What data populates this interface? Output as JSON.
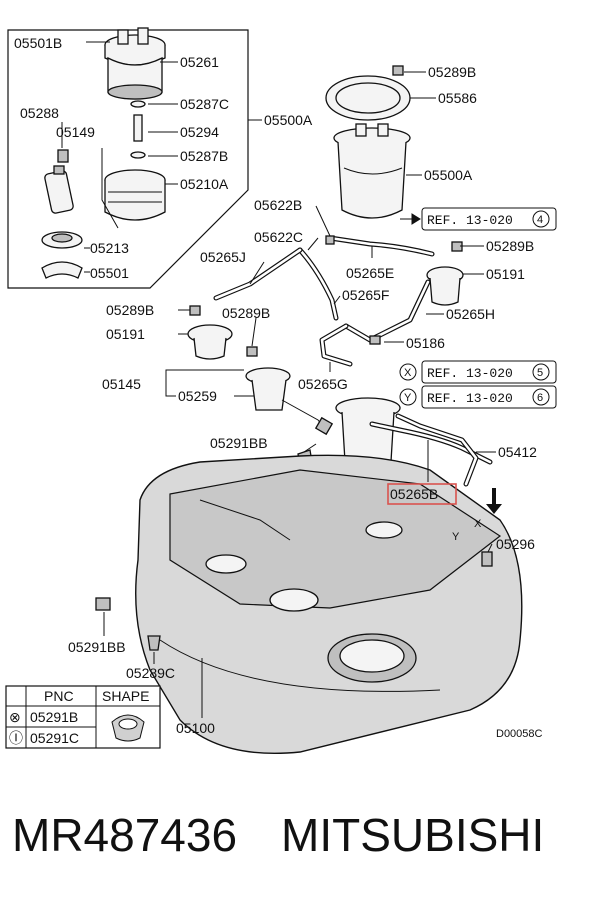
{
  "labels": {
    "l05501B": "05501B",
    "l05261": "05261",
    "l05288": "05288",
    "l05287C": "05287C",
    "l05149": "05149",
    "l05294": "05294",
    "l05500A_box": "05500A",
    "l05287B": "05287B",
    "l05210A": "05210A",
    "l05213": "05213",
    "l05501": "05501",
    "l05289B_top": "05289B",
    "l05586": "05586",
    "l05500A": "05500A",
    "l05622B": "05622B",
    "l05622C": "05622C",
    "l05289B_mid": "05289B",
    "l05265J": "05265J",
    "l05265E": "05265E",
    "l05191_right": "05191",
    "l05265F": "05265F",
    "l05289B_left": "05289B",
    "l05289B_left2": "05289B",
    "l05265H": "05265H",
    "l05191_left": "05191",
    "l05186": "05186",
    "l05145": "05145",
    "l05265G": "05265G",
    "l05259": "05259",
    "l05291BB_top": "05291BB",
    "l05412": "05412",
    "l05265B": "05265B",
    "l05296": "05296",
    "l05291BB_bottom": "05291BB",
    "l05289C": "05289C",
    "l05100": "05100",
    "code": "D00058C"
  },
  "refs": {
    "r4": "REF. 13-020",
    "r4_num": "4",
    "r5": "REF. 13-020",
    "r5_num": "5",
    "r5_mark": "X",
    "r6": "REF. 13-020",
    "r6_num": "6",
    "r6_mark": "Y"
  },
  "markers": {
    "x": "X",
    "y": "Y"
  },
  "legend": {
    "header_pnc": "PNC",
    "header_shape": "SHAPE",
    "row1_symbol": "⊗",
    "row1_pnc": "05291B",
    "row2_symbol": "Ⓘ",
    "row2_pnc": "05291C"
  },
  "footer": {
    "part_number": "MR487436",
    "brand": "MITSUBISHI"
  },
  "colors": {
    "highlight_box": "#d9534f"
  }
}
